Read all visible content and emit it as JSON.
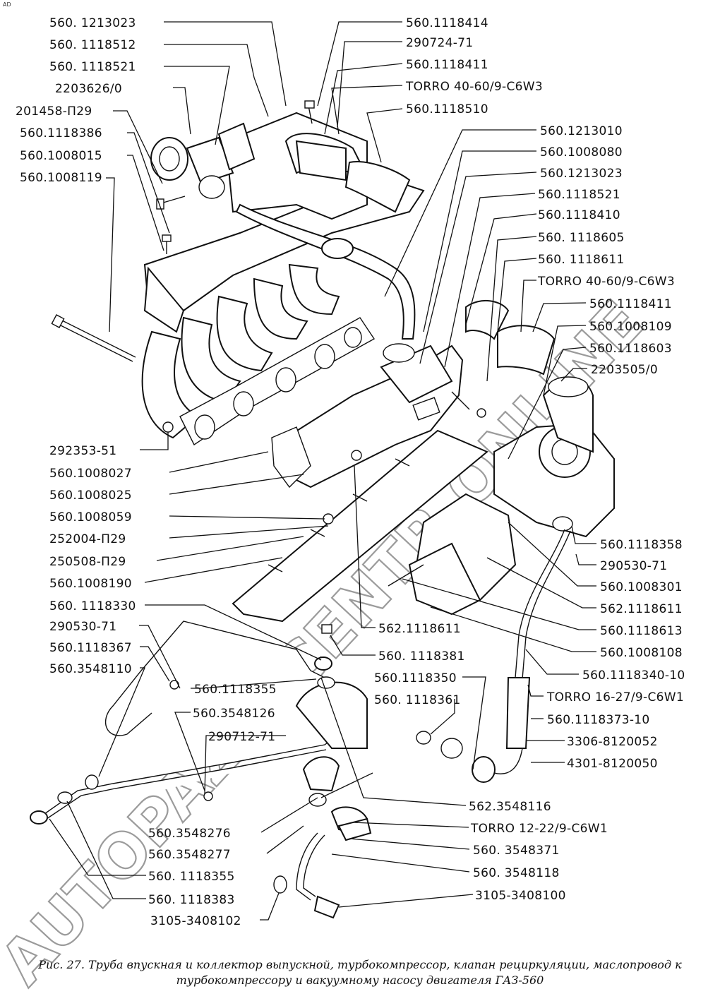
{
  "corner_mark": "AD",
  "watermark": "AUTOPAZATCENTR.ONLINE",
  "caption": "Рис. 27. Труба впускная и коллектор выпускной, турбокомпрессор, клапан рециркуляции, маслопровод к турбокомпрессору и вакуумному насосу двигателя ГАЗ-560",
  "labels": [
    {
      "id": "l1",
      "text": "560. 1213023"
    },
    {
      "id": "l2",
      "text": "560. 1118512"
    },
    {
      "id": "l3",
      "text": "560. 1118521"
    },
    {
      "id": "l4",
      "text": "2203626/0"
    },
    {
      "id": "l5",
      "text": "201458-П29"
    },
    {
      "id": "l6",
      "text": "560.1118386"
    },
    {
      "id": "l7",
      "text": "560.1008015"
    },
    {
      "id": "l8",
      "text": "560.1008119"
    },
    {
      "id": "r1",
      "text": "560.1118414"
    },
    {
      "id": "r2",
      "text": "290724-71"
    },
    {
      "id": "r3",
      "text": "560.1118411"
    },
    {
      "id": "r4",
      "text": "TORRO 40-60/9-C6W3"
    },
    {
      "id": "r5",
      "text": "560.1118510"
    },
    {
      "id": "r6",
      "text": "560.1213010"
    },
    {
      "id": "r7",
      "text": "560.1008080"
    },
    {
      "id": "r8",
      "text": "560.1213023"
    },
    {
      "id": "r9",
      "text": "560.1118521"
    },
    {
      "id": "r10",
      "text": "560.1118410"
    },
    {
      "id": "r11",
      "text": "560. 1118605"
    },
    {
      "id": "r12",
      "text": "560. 1118611"
    },
    {
      "id": "r13",
      "text": "TORRO 40-60/9-C6W3"
    },
    {
      "id": "r14",
      "text": "560.1118411"
    },
    {
      "id": "r15",
      "text": "560.1008109"
    },
    {
      "id": "r16",
      "text": "560.1118603"
    },
    {
      "id": "r17",
      "text": "2203505/0"
    },
    {
      "id": "m1",
      "text": "292353-51"
    },
    {
      "id": "m2",
      "text": "560.1008027"
    },
    {
      "id": "m3",
      "text": "560.1008025"
    },
    {
      "id": "m4",
      "text": "560.1008059"
    },
    {
      "id": "m5",
      "text": "252004-П29"
    },
    {
      "id": "m6",
      "text": "250508-П29"
    },
    {
      "id": "m7",
      "text": "560.1008190"
    },
    {
      "id": "m8",
      "text": "560.1118358"
    },
    {
      "id": "m9",
      "text": "290530-71"
    },
    {
      "id": "m10",
      "text": "560.1008301"
    },
    {
      "id": "m11",
      "text": "562.1118611"
    },
    {
      "id": "m12",
      "text": "560.1118613"
    },
    {
      "id": "m13",
      "text": "560.1008108"
    },
    {
      "id": "b1",
      "text": "560. 1118330"
    },
    {
      "id": "b2",
      "text": "290530-71"
    },
    {
      "id": "b3",
      "text": "560.1118367"
    },
    {
      "id": "b4",
      "text": "560.3548110"
    },
    {
      "id": "b5",
      "text": "562.1118611"
    },
    {
      "id": "b6",
      "text": "560. 1118381"
    },
    {
      "id": "b7",
      "text": "560.1118355"
    },
    {
      "id": "b8",
      "text": "560.1118350"
    },
    {
      "id": "b9",
      "text": "560.3548126"
    },
    {
      "id": "b10",
      "text": "560. 1118361"
    },
    {
      "id": "b11",
      "text": "290712-71"
    },
    {
      "id": "b12",
      "text": "560.1118340-10"
    },
    {
      "id": "b13",
      "text": "TORRO 16-27/9-C6W1"
    },
    {
      "id": "b14",
      "text": "560.1118373-10"
    },
    {
      "id": "b15",
      "text": "3306-8120052"
    },
    {
      "id": "b16",
      "text": "4301-8120050"
    },
    {
      "id": "b17",
      "text": "562.3548116"
    },
    {
      "id": "b18",
      "text": "TORRO 12-22/9-C6W1"
    },
    {
      "id": "b19",
      "text": "560.3548276"
    },
    {
      "id": "b20",
      "text": "560.3548277"
    },
    {
      "id": "b21",
      "text": "560. 3548371"
    },
    {
      "id": "b22",
      "text": "560. 3548118"
    },
    {
      "id": "b23",
      "text": "560. 1118355"
    },
    {
      "id": "b24",
      "text": "560. 1118383"
    },
    {
      "id": "b25",
      "text": "3105-3408100"
    },
    {
      "id": "b26",
      "text": "3105-3408102"
    }
  ]
}
